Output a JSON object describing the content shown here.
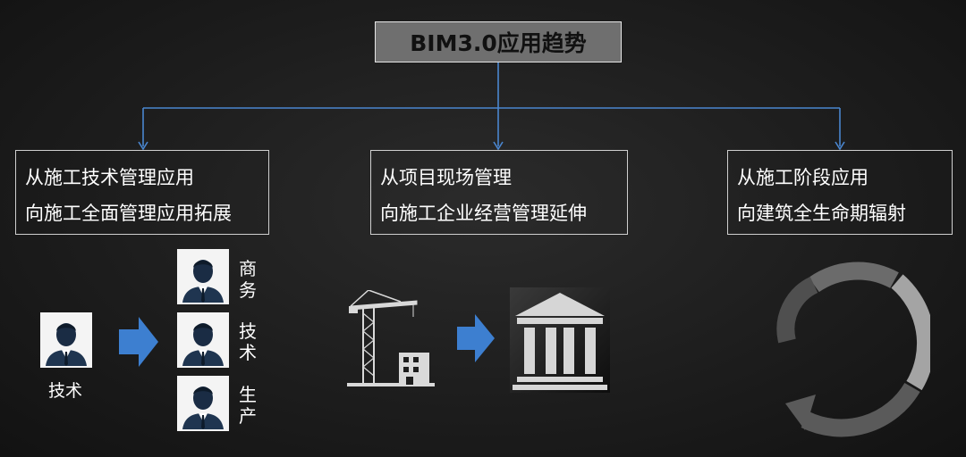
{
  "title": "BIM3.0应用趋势",
  "branches": [
    {
      "line1": "从施工技术管理应用",
      "line2": "向施工全面管理应用拓展"
    },
    {
      "line1": "从项目现场管理",
      "line2": "向施工企业经营管理延伸"
    },
    {
      "line1": "从施工阶段应用",
      "line2": "向建筑全生命期辐射"
    }
  ],
  "roles": {
    "source": "技术",
    "targets": [
      "商务",
      "技术",
      "生产"
    ]
  },
  "colors": {
    "accent": "#3d7fd0",
    "connector": "#4a86cf",
    "box_border": "#cfcfcf",
    "title_bg": "#6f6f6f"
  },
  "icons": [
    "person-icon",
    "right-arrow-icon",
    "tower-crane-icon",
    "building-icon",
    "institution-icon",
    "cycle-arrow-icon"
  ]
}
